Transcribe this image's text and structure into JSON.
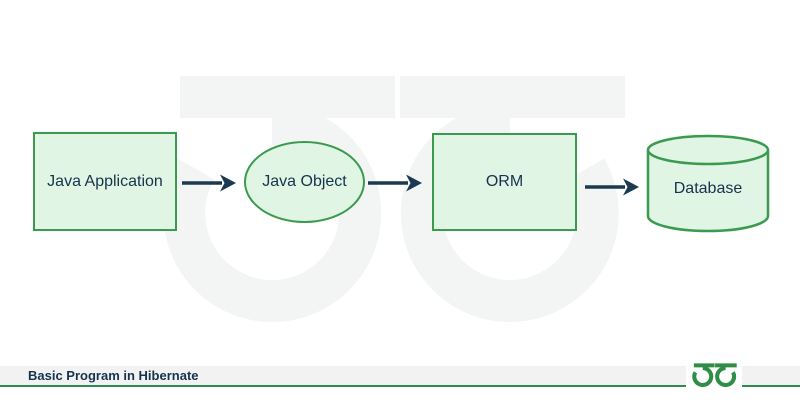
{
  "diagram": {
    "nodes": [
      {
        "id": "java-application",
        "shape": "rectangle",
        "label": "Java Application"
      },
      {
        "id": "java-object",
        "shape": "ellipse",
        "label": "Java Object"
      },
      {
        "id": "orm",
        "shape": "rectangle",
        "label": "ORM"
      },
      {
        "id": "database",
        "shape": "cylinder",
        "label": "Database"
      }
    ],
    "connections": [
      {
        "from": "java-application",
        "to": "java-object",
        "type": "arrow"
      },
      {
        "from": "java-object",
        "to": "orm",
        "type": "arrow"
      },
      {
        "from": "orm",
        "to": "database",
        "type": "arrow"
      }
    ]
  },
  "footer": {
    "caption": "Basic Program in Hibernate"
  },
  "branding": {
    "watermark_icon": "geeksforgeeks-logo",
    "footer_icon": "geeksforgeeks-logo"
  },
  "colors": {
    "shape_fill": "#e0f5e3",
    "shape_border": "#3a9a4e",
    "arrow": "#1b3a52",
    "text": "#16334d",
    "brand_green": "#2f8d46",
    "footer_bar_bg": "#f2f2f2",
    "footer_rule": "#2c8a4e",
    "watermark": "#f3f5f4"
  }
}
